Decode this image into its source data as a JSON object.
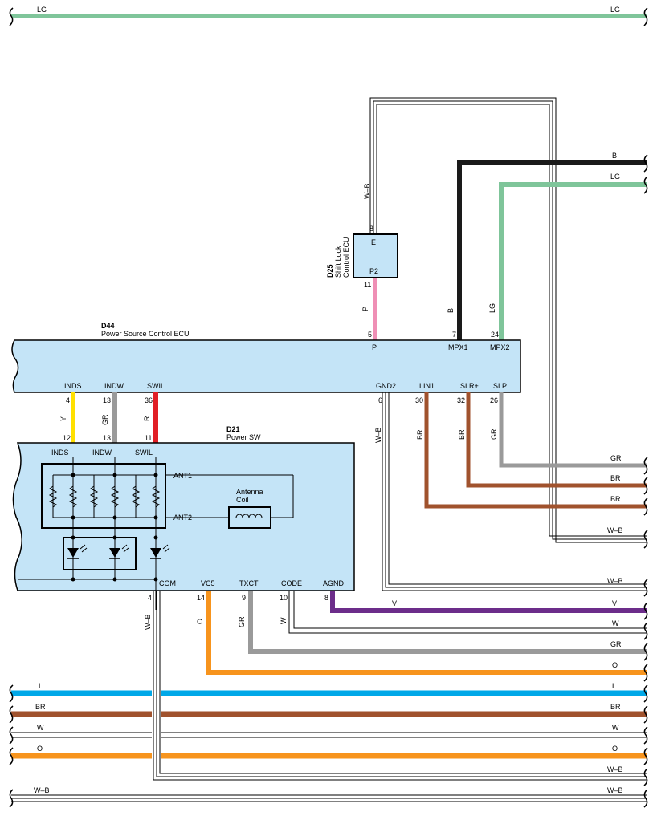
{
  "colors": {
    "LG": "#7fc59a",
    "B": "#1a1a1a",
    "P": "#ef8fb5",
    "Y": "#ffe000",
    "GR": "#9a9a9a",
    "R": "#e11f26",
    "BR": "#a0522d",
    "O": "#f7941d",
    "L": "#00a8e8",
    "V": "#6c2d8a",
    "W": "#ffffff",
    "box_fill": "#c4e4f7"
  },
  "components": {
    "d44": {
      "code": "D44",
      "name": "Power Source Control ECU"
    },
    "d25": {
      "code": "D25",
      "name1": "Shift Lock",
      "name2": "Control ECU",
      "pin_e": "E",
      "pin_p2": "P2"
    },
    "d21": {
      "code": "D21",
      "name": "Power SW",
      "antenna1": "Antenna",
      "antenna2": "Coil",
      "ant1": "ANT1",
      "ant2": "ANT2"
    }
  },
  "d44_terms": [
    {
      "name": "INDS",
      "pin": "4"
    },
    {
      "name": "INDW",
      "pin": "13"
    },
    {
      "name": "SWIL",
      "pin": "36"
    },
    {
      "name": "GND2",
      "pin": "6"
    },
    {
      "name": "LIN1",
      "pin": "30"
    },
    {
      "name": "SLR+",
      "pin": "32"
    },
    {
      "name": "SLP",
      "pin": "26"
    },
    {
      "name": "P",
      "pin": "5"
    },
    {
      "name": "MPX1",
      "pin": "7"
    },
    {
      "name": "MPX2",
      "pin": "24"
    }
  ],
  "d25_pins": {
    "top": "8",
    "bottom": "11"
  },
  "d21_top_terms": [
    {
      "name": "INDS",
      "pin": "12"
    },
    {
      "name": "INDW",
      "pin": "13"
    },
    {
      "name": "SWIL",
      "pin": "11"
    }
  ],
  "d21_bottom_terms": [
    {
      "name": "COM",
      "pin": "4"
    },
    {
      "name": "VC5",
      "pin": "14"
    },
    {
      "name": "TXCT",
      "pin": "9"
    },
    {
      "name": "CODE",
      "pin": "10"
    },
    {
      "name": "AGND",
      "pin": "8"
    }
  ],
  "wire_labels": {
    "top_lg_left": "LG",
    "top_lg_right": "LG",
    "we_wb_vert": "W–B",
    "p": "P",
    "b_vert": "B",
    "lg_vert": "LG",
    "b_right": "B",
    "lg_right": "LG",
    "y": "Y",
    "gr_indw": "GR",
    "r": "R",
    "wb_gnd2": "W–B",
    "br_lin1": "BR",
    "br_slr": "BR",
    "gr_slp": "GR",
    "gr_right": "GR",
    "br_right1": "BR",
    "br_right2": "BR",
    "wb_right1": "W–B",
    "wb_right2": "W–B",
    "v_mid": "V",
    "v_right": "V",
    "w_right": "W",
    "gr_right2": "GR",
    "o_right": "O",
    "wb_com": "W–B",
    "o_vc5": "O",
    "gr_txct": "GR",
    "w_code": "W",
    "bus_l_left": "L",
    "bus_l_right": "L",
    "bus_br_left": "BR",
    "bus_br_right": "BR",
    "bus_w_left": "W",
    "bus_w_right": "W",
    "bus_o_left": "O",
    "bus_o_right": "O",
    "bus_wb_right": "W–B",
    "bot_wb_left": "W–B",
    "bot_wb_right": "W–B"
  }
}
